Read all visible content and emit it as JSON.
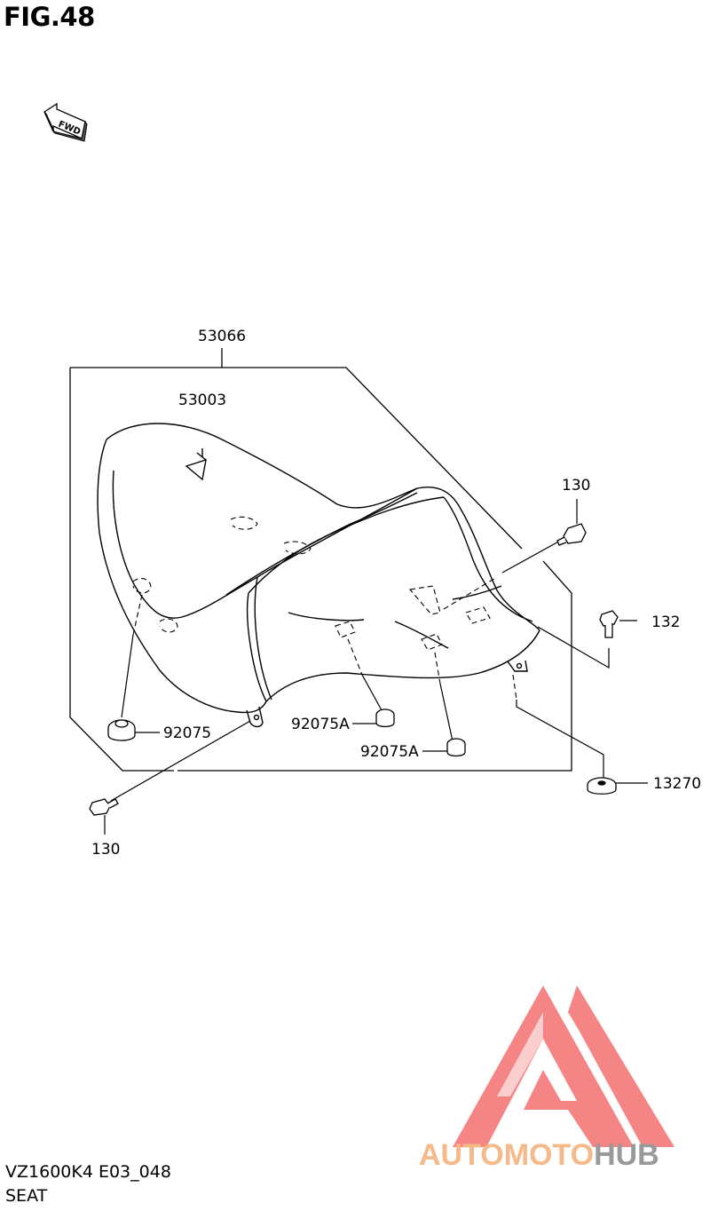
{
  "figure": {
    "title": "FIG.48",
    "model_code": "VZ1600K4 E03_048",
    "section_name": "SEAT",
    "fwd_marker": "FWD"
  },
  "parts": [
    {
      "number": "53066"
    },
    {
      "number": "53003"
    },
    {
      "number": "130"
    },
    {
      "number": "132"
    },
    {
      "number": "92075"
    },
    {
      "number": "92075A"
    },
    {
      "number": "92075A"
    },
    {
      "number": "13270"
    },
    {
      "number": "130"
    }
  ],
  "watermark": {
    "word_a": "AUTOMOTO",
    "word_b": "HUB",
    "color_a": "#f5b98a",
    "color_b": "#9a9a9a",
    "logo_color": "#f47070"
  },
  "colors": {
    "line": "#000000",
    "background": "#ffffff"
  }
}
